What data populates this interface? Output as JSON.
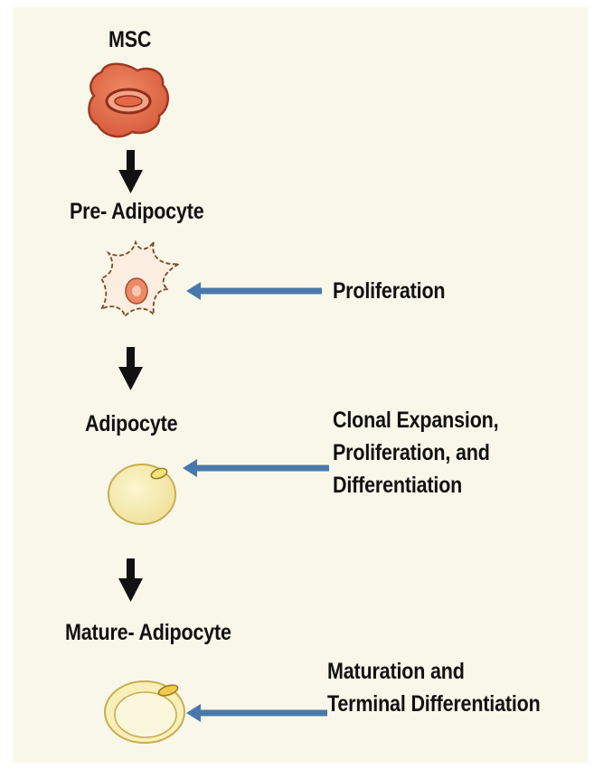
{
  "diagram": {
    "stages": [
      {
        "id": "msc",
        "label": "MSC"
      },
      {
        "id": "pre-adipocyte",
        "label": "Pre- Adipocyte"
      },
      {
        "id": "adipocyte",
        "label": "Adipocyte"
      },
      {
        "id": "mature-adipocyte",
        "label": "Mature- Adipocyte"
      }
    ],
    "processes": [
      {
        "id": "proliferation",
        "lines": [
          "Proliferation"
        ]
      },
      {
        "id": "clonal-expansion",
        "lines": [
          "Clonal Expansion,",
          "Proliferation, and",
          "Differentiation"
        ]
      },
      {
        "id": "maturation",
        "lines": [
          "Maturation and",
          "Terminal Differentiation"
        ]
      }
    ]
  },
  "colors": {
    "background": "#f9f7ea",
    "msc_cell_fill": "#df6e4e",
    "msc_cell_stroke": "#9b3a22",
    "preadipocyte_fill": "#fbeee0",
    "preadipocyte_nucleus": "#ec8a68",
    "adipocyte_fill": "#f7efb0",
    "adipocyte_stroke": "#c7ae52",
    "stage_arrow": "#111111",
    "process_arrow": "#4a78aa"
  },
  "icons": {
    "msc": "msc-cell-icon",
    "pre_adipocyte": "stellate-cell-icon",
    "adipocyte": "lipid-cell-icon",
    "mature_adipocyte": "mature-lipid-cell-icon"
  }
}
